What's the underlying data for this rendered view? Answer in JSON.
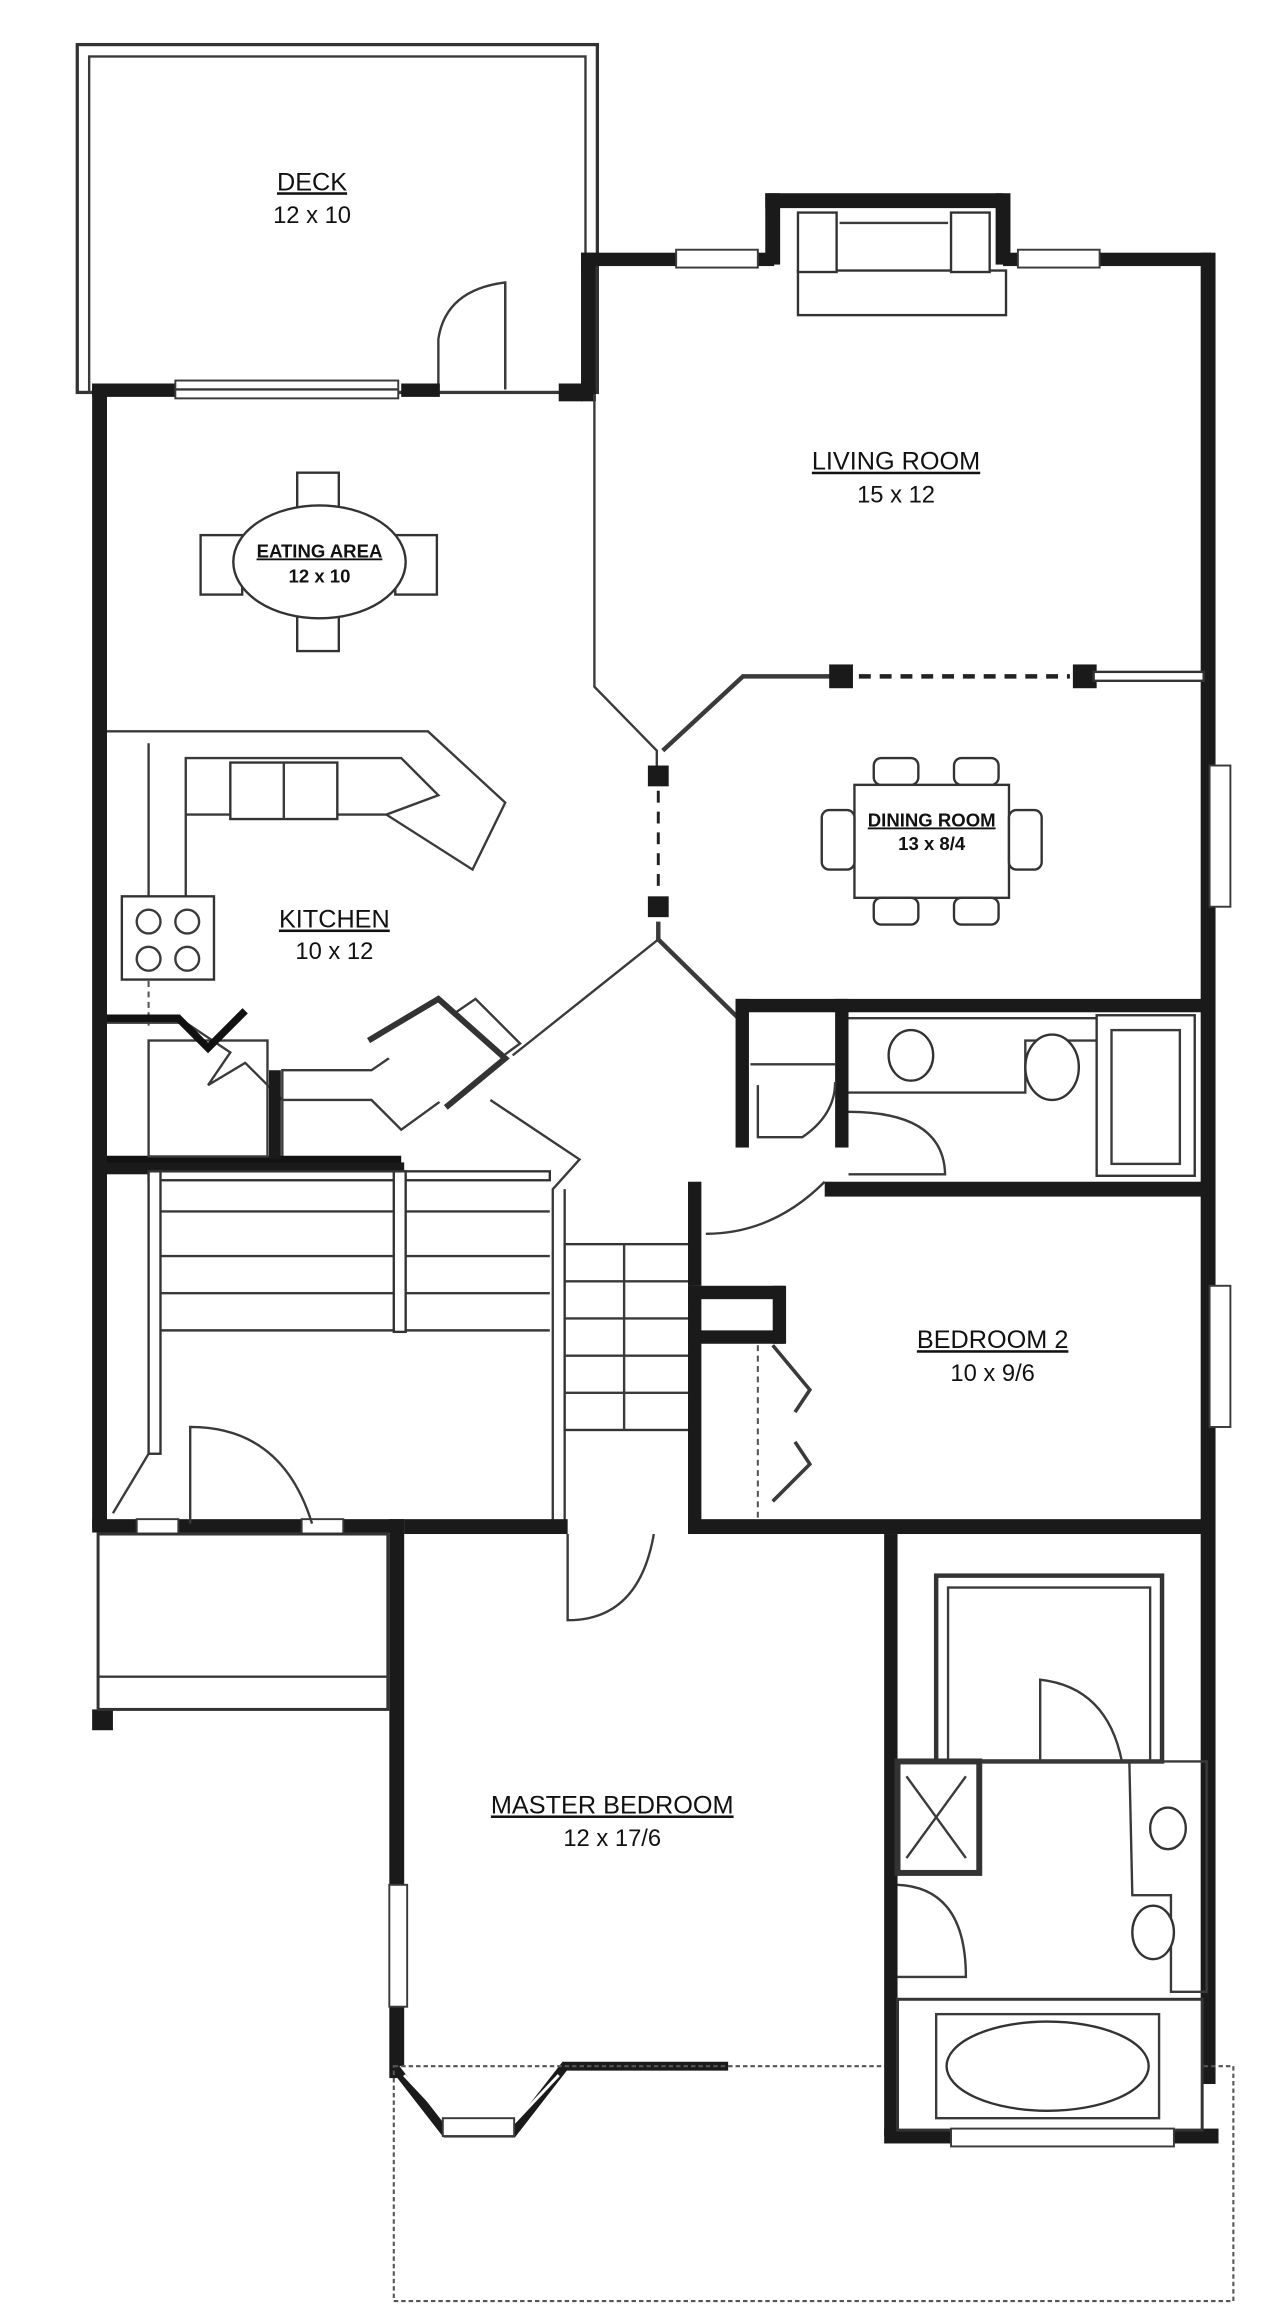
{
  "plan": {
    "type": "residential floor plan",
    "rooms": [
      {
        "id": "deck",
        "name": "DECK",
        "dimensions": "12 x 10"
      },
      {
        "id": "living-room",
        "name": "LIVING ROOM",
        "dimensions": "15 x 12"
      },
      {
        "id": "eating-area",
        "name": "EATING AREA",
        "dimensions": "12 x 10"
      },
      {
        "id": "dining-room",
        "name": "DINING ROOM",
        "dimensions": "13 x 8/4"
      },
      {
        "id": "kitchen",
        "name": "KITCHEN",
        "dimensions": "10 x 12"
      },
      {
        "id": "bedroom-2",
        "name": "BEDROOM 2",
        "dimensions": "10 x 9/6"
      },
      {
        "id": "master-bedroom",
        "name": "MASTER BEDROOM",
        "dimensions": "12 x 17/6"
      }
    ],
    "colors": {
      "wall": "#1a1a1a",
      "line": "#3a3a3a",
      "background": "#ffffff"
    }
  }
}
